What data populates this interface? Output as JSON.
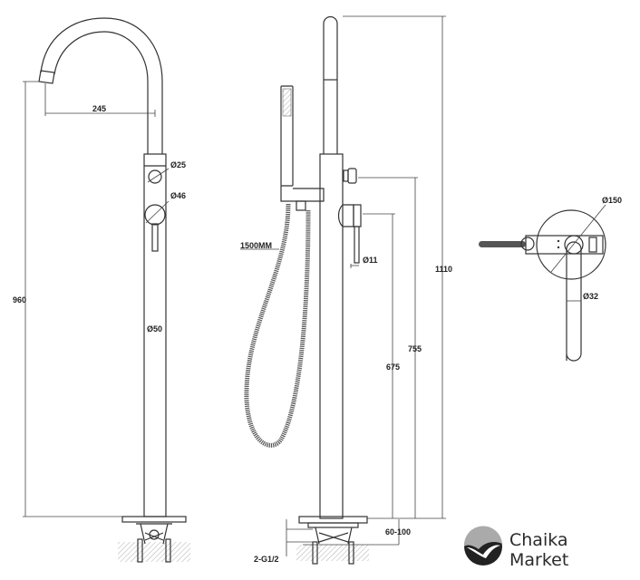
{
  "left_view": {
    "spout_reach": "245",
    "height": "960",
    "diverter_diameter": "Ø25",
    "handle_diameter": "Ø46",
    "body_diameter": "Ø50"
  },
  "middle_view": {
    "hose_length": "1500MM",
    "total_height": "1110",
    "diverter_height": "755",
    "handle_height": "675",
    "lever_diameter": "Ø11",
    "floor_adjust": "60-100",
    "inlet": "2-G1/2"
  },
  "right_view": {
    "plate_diameter": "Ø150",
    "lever_diameter": "Ø32"
  },
  "logo": {
    "line1": "Chaika",
    "line2": "Market"
  },
  "colors": {
    "line": "#333333",
    "logo": "#2a2a2a"
  }
}
